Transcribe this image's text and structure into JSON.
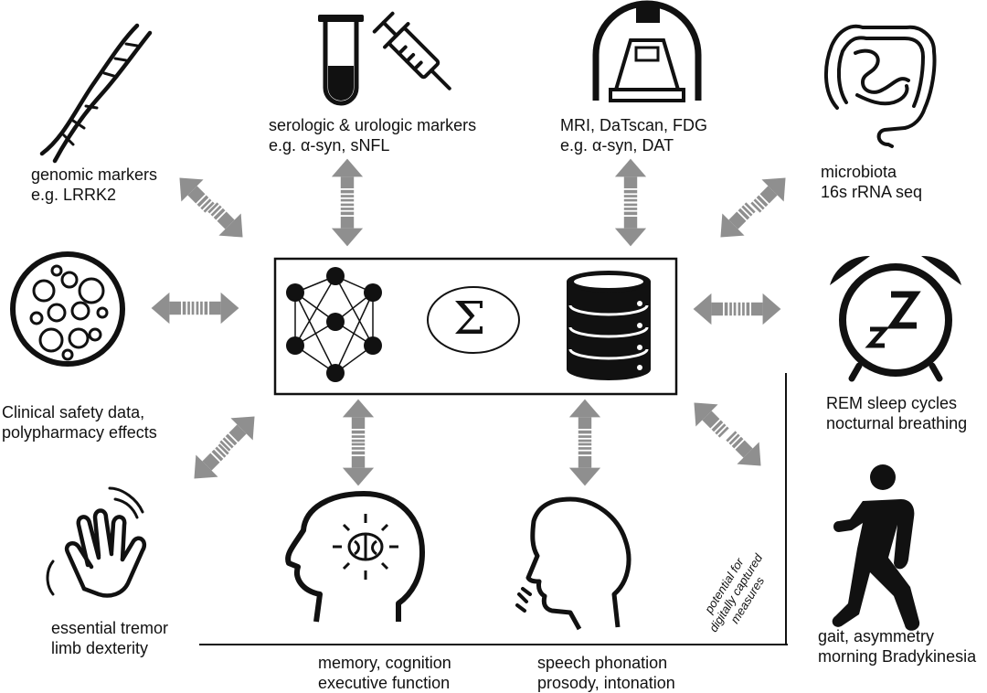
{
  "labels": {
    "genomic": {
      "line1": "genomic markers",
      "line2": "e.g. LRRK2"
    },
    "serologic": {
      "line1": "serologic & urologic markers",
      "line2": "e.g. α-syn, sNFL"
    },
    "imaging": {
      "line1": "MRI, DaTscan, FDG",
      "line2": "e.g. α-syn, DAT"
    },
    "microbiota": {
      "line1": "microbiota",
      "line2": "16s rRNA seq"
    },
    "clinical": {
      "line1": "Clinical safety data,",
      "line2": "polypharmacy effects"
    },
    "sleep": {
      "line1": "REM sleep cycles",
      "line2": "nocturnal breathing"
    },
    "tremor": {
      "line1": "essential tremor",
      "line2": "limb dexterity"
    },
    "memory": {
      "line1": "memory, cognition",
      "line2": "executive function"
    },
    "speech": {
      "line1": "speech phonation",
      "line2": "prosody, intonation"
    },
    "gait": {
      "line1": "gait, asymmetry",
      "line2": "morning Bradykinesia"
    }
  },
  "digital_note": {
    "line1": "potential for",
    "line2": "digitally captured",
    "line3": "measures"
  },
  "center_symbols": {
    "sum": "Σ"
  },
  "icons": {
    "dna": "dna-helix-icon",
    "tube": "test-tube-icon",
    "syringe": "syringe-icon",
    "scanner": "mri-scanner-icon",
    "intestine": "intestine-icon",
    "cells": "cell-culture-icon",
    "clock": "alarm-clock-icon",
    "hand": "tremor-hand-icon",
    "brain_head": "brain-head-icon",
    "speaking_head": "speaking-head-icon",
    "runner": "walking-person-icon",
    "network": "neural-network-icon",
    "sigma": "sigma-icon",
    "database": "database-icon"
  },
  "colors": {
    "arrow": "#8f8f8f",
    "line": "#111111"
  }
}
